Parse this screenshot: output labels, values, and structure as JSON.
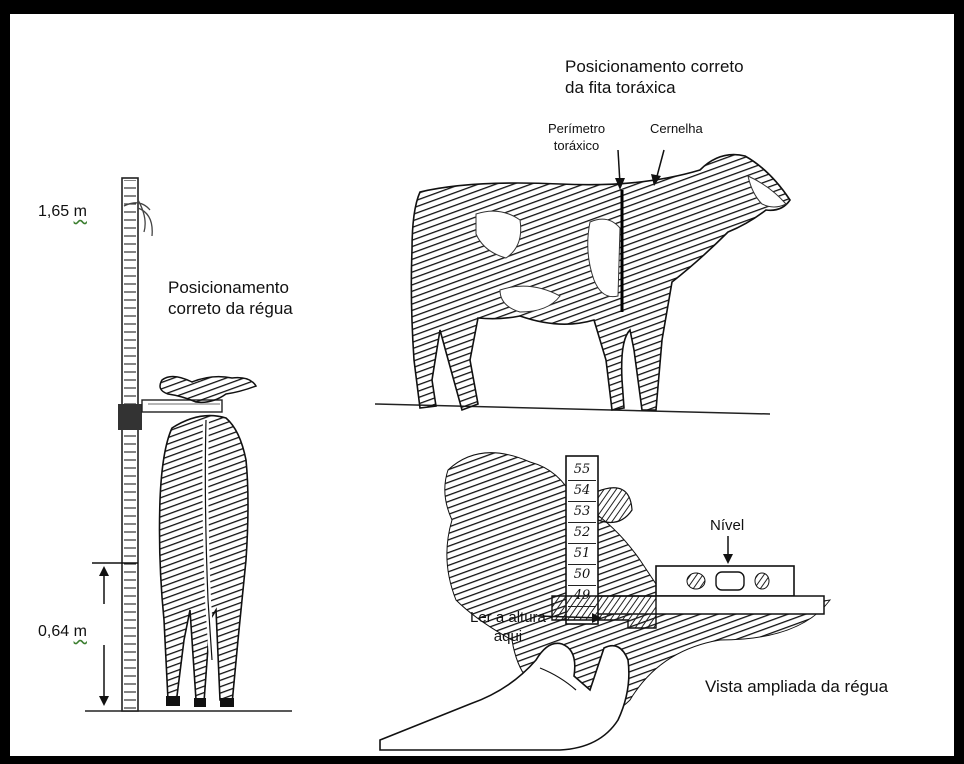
{
  "labels": {
    "top_mark_value": "1,65",
    "top_mark_unit": "m",
    "bottom_mark_value": "0,64",
    "bottom_mark_unit": "m",
    "ruler_positioning": [
      "Posicionamento",
      "correto da régua"
    ],
    "tape_positioning": [
      "Posicionamento correto",
      "da fita toráxica"
    ],
    "chest_perimeter": [
      "Perímetro",
      "toráxico"
    ],
    "withers": "Cernelha",
    "level": "Nível",
    "read_height": [
      "Ler a altura",
      "aqui"
    ],
    "enlarged_view": "Vista ampliada da régua"
  },
  "ruler_scale": [
    "55",
    "54",
    "53",
    "52",
    "51",
    "50",
    "49"
  ]
}
